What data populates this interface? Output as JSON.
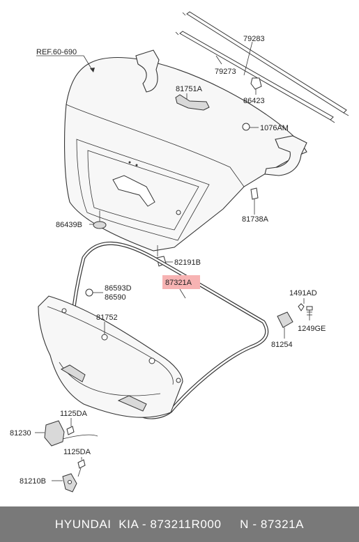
{
  "labels": {
    "ref": "REF.60-690",
    "p79283": "79283",
    "p79273": "79273",
    "p86423": "86423",
    "p81751A": "81751A",
    "p1076AM": "1076AM",
    "p81738A": "81738A",
    "p86439B": "86439B",
    "p82191B": "82191B",
    "p87321A": "87321A",
    "p86593D": "86593D",
    "p86590": "86590",
    "p1491AD": "1491AD",
    "p81752": "81752",
    "p1249GE": "1249GE",
    "p81254": "81254",
    "p1125DA_a": "1125DA",
    "p81230": "81230",
    "p1125DA_b": "1125DA",
    "p81210B": "81210B"
  },
  "highlight_color": "#f7b3b3",
  "footer": {
    "text": "HYUNDAI  KIA - 873211R000     N - 87321A"
  }
}
